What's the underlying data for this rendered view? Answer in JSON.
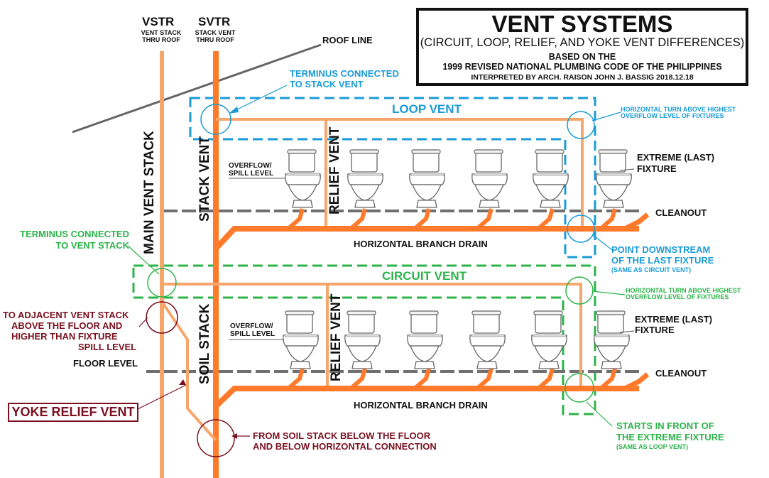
{
  "title": {
    "main": "VENT SYSTEMS",
    "subtitle": "(CIRCUIT, LOOP, RELIEF, AND YOKE VENT DIFFERENCES)",
    "based_on": "BASED ON THE",
    "code": "1999 REVISED NATIONAL PLUMBING CODE OF THE PHILIPPINES",
    "credit": "INTERPRETED BY ARCH. RAISON JOHN J. BASSIG   2018.12.18"
  },
  "stacks": {
    "vstr": "VSTR",
    "vstr_desc_1": "VENT STACK",
    "vstr_desc_2": "THRU ROOF",
    "svtr": "SVTR",
    "svtr_desc_1": "STACK VENT",
    "svtr_desc_2": "THRU ROOF",
    "main_vent_stack": "MAIN VENT STACK",
    "stack_vent": "STACK VENT",
    "soil_stack": "SOIL STACK"
  },
  "roof_line": "ROOF LINE",
  "floor_level": "FLOOR LEVEL",
  "loop": {
    "name": "LOOP VENT",
    "terminus": [
      "TERMINUS CONNECTED",
      "TO STACK VENT"
    ],
    "turn": [
      "HORIZONTAL TURN ABOVE HIGHEST",
      "OVERFLOW LEVEL OF FIXTURES"
    ],
    "extreme": [
      "EXTREME (LAST)",
      "FIXTURE"
    ],
    "cleanout": "CLEANOUT",
    "branch_drain": "HORIZONTAL BRANCH DRAIN",
    "relief": "RELIEF VENT",
    "overflow": [
      "OVERFLOW/",
      "SPILL LEVEL"
    ],
    "downstream": [
      "POINT DOWNSTREAM",
      "OF THE LAST FIXTURE"
    ],
    "downstream_note": "(SAME AS CIRCUIT VENT)"
  },
  "circuit": {
    "name": "CIRCUIT VENT",
    "terminus": [
      "TERMINUS CONNECTED",
      "TO VENT STACK"
    ],
    "turn": [
      "HORIZONTAL TURN ABOVE HIGHEST",
      "OVERFLOW LEVEL OF FIXTURES"
    ],
    "extreme": [
      "EXTREME (LAST)",
      "FIXTURE"
    ],
    "cleanout": "CLEANOUT",
    "branch_drain": "HORIZONTAL BRANCH DRAIN",
    "relief": "RELIEF VENT",
    "overflow": [
      "OVERFLOW/",
      "SPILL LEVEL"
    ],
    "starts": [
      "STARTS IN FRONT OF",
      "THE EXTREME FIXTURE"
    ],
    "starts_note": "(SAME AS LOOP VENT)"
  },
  "yoke": {
    "name": "YOKE RELIEF VENT",
    "adjacent": [
      "TO ADJACENT VENT STACK",
      "ABOVE THE FLOOR AND",
      "HIGHER THAN FIXTURE",
      "SPILL LEVEL"
    ],
    "from": [
      "FROM SOIL STACK BELOW THE FLOOR",
      "AND BELOW HORIZONTAL CONNECTION"
    ]
  },
  "colors": {
    "drain": "#ff7a2a",
    "vent": "#f7a66b",
    "loop": "#1a9bd7",
    "circuit": "#2db34a",
    "maroon": "#7a1020",
    "floor": "#707070"
  }
}
